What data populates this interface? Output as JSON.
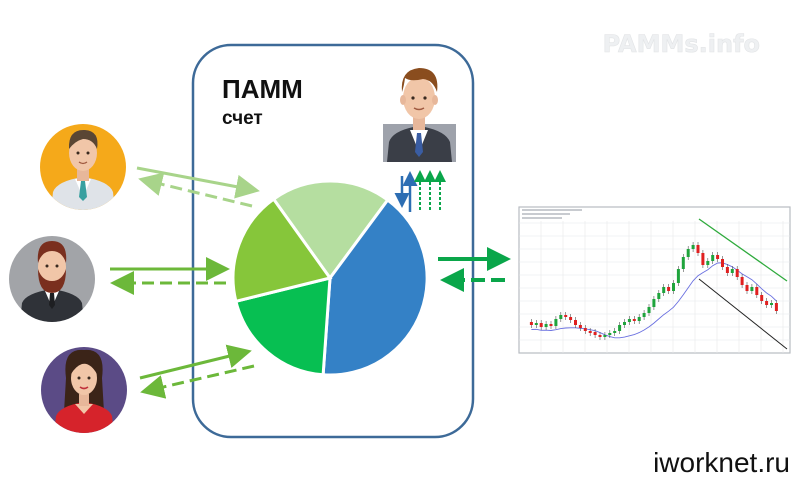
{
  "account": {
    "title": "ПАММ",
    "subtitle": "счет"
  },
  "watermark": "PAMMs.info",
  "footer": "iworknet.ru",
  "colors": {
    "frame": "#3d6a98",
    "slice_light_green": "#b5dea0",
    "slice_blue": "#3481c6",
    "slice_green": "#07bf52",
    "slice_lime": "#86c63a",
    "arrow_green": "#6cb83a",
    "arrow_light": "#a8d48a",
    "arrow_dark_green": "#0aa64a",
    "arrow_blue": "#2d6eb3",
    "bull_candle": "#1fa43c",
    "bear_candle": "#e02020"
  },
  "icons": {
    "manager": "manager-avatar-icon",
    "investors": [
      "investor-man-icon",
      "investor-bearded-man-icon",
      "investor-woman-icon"
    ],
    "chart": "trading-chart-icon"
  },
  "chart_data": {
    "type": "pie",
    "title": "",
    "values": [
      20,
      41,
      20,
      19
    ]
  }
}
